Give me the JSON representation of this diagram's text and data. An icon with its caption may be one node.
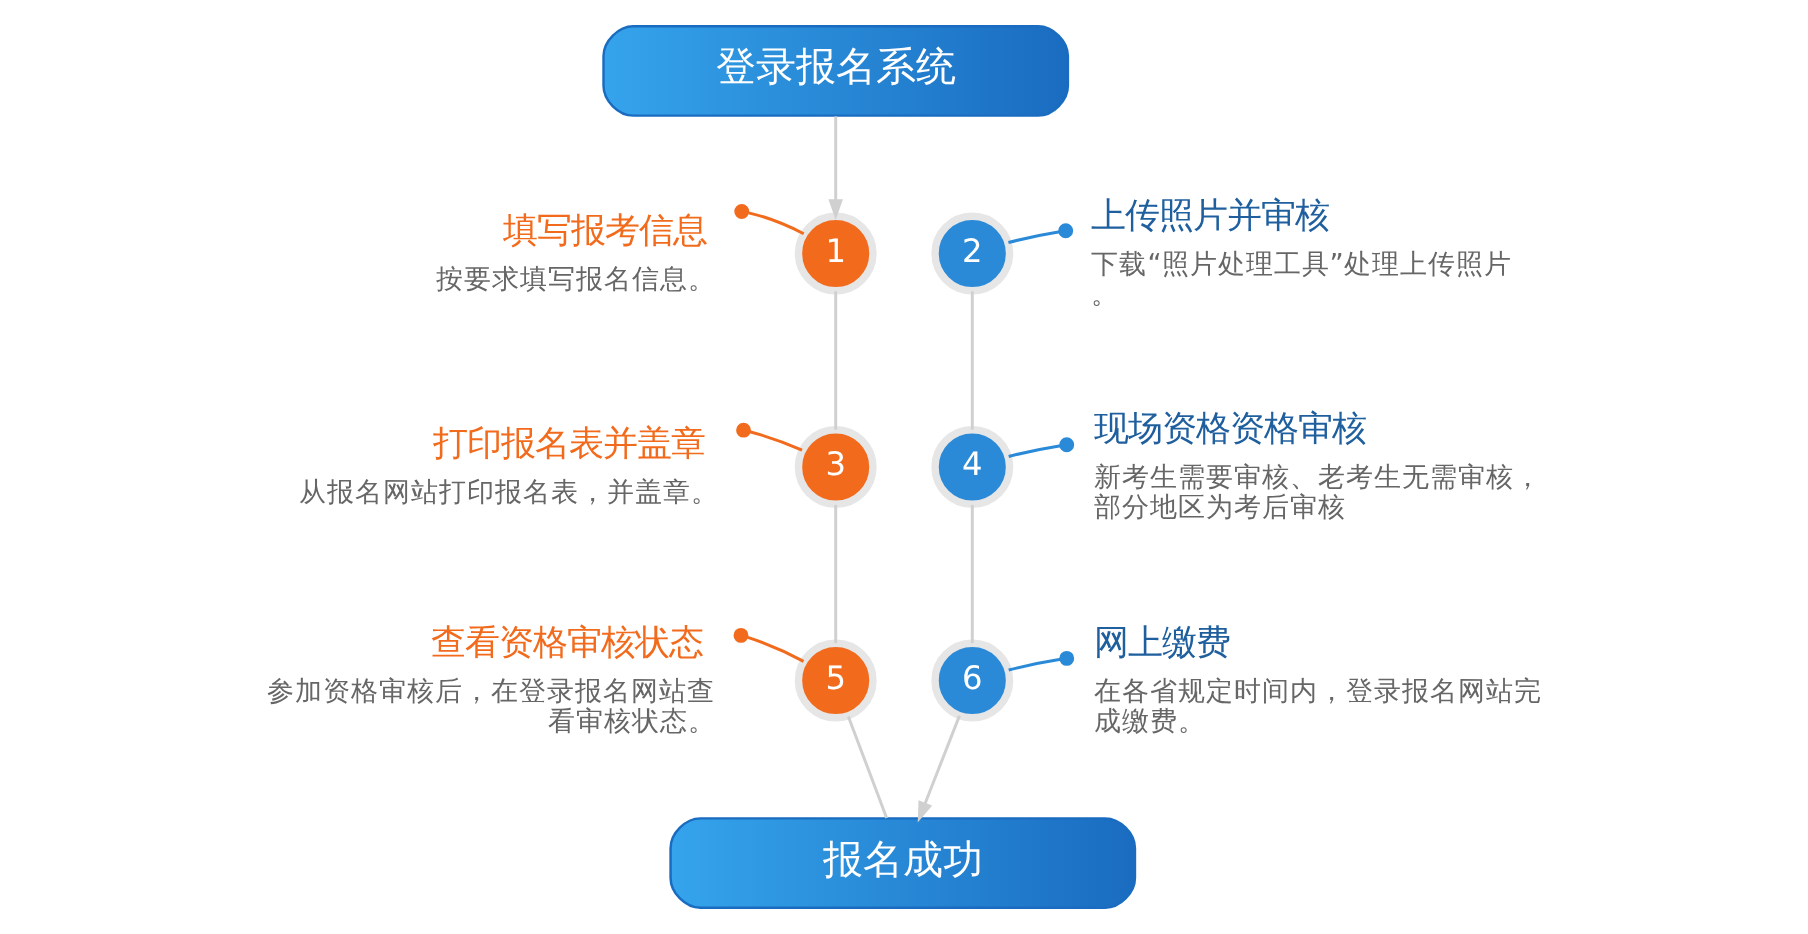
{
  "diagram": {
    "nodes": [
      {
        "text": [
          "登录报名系统"
        ]
      },
      {
        "text": [
          "填写报考信息",
          "按要求填写报名信息。"
        ]
      },
      {
        "text": [
          "1"
        ]
      },
      {
        "text": [
          "2"
        ]
      },
      {
        "text": [
          "上传照片并审核",
          "下载“照片处理工具”处理上传照片。"
        ]
      },
      {
        "text": [
          "打印报名表并盖章",
          "从报名网站打印报名表，并盖章。"
        ]
      },
      {
        "text": [
          "3"
        ]
      },
      {
        "text": [
          "4"
        ]
      },
      {
        "text": [
          "现场资格资格审核",
          "新考生需要审核、老考生无需审核，部分地区为考后审核"
        ]
      },
      {
        "text": [
          "查看资格审核状态",
          "参加资格审核后，在登录报名网站查看审核状态。"
        ]
      },
      {
        "text": [
          "5"
        ]
      },
      {
        "text": [
          "6"
        ]
      },
      {
        "text": [
          "网上缴费",
          "在各省规定时间内，登录报名网站完成缴费。"
        ]
      },
      {
        "text": [
          "报名成功"
        ]
      }
    ],
    "edges": [
      {
        "from": 0,
        "to": 2,
        "arrow": "to"
      },
      {
        "from": 2,
        "to": 1,
        "arrow": "other",
        "color": "#f26b1d"
      },
      {
        "from": 3,
        "to": 4,
        "arrow": "other",
        "color": "#2a8ad8"
      },
      {
        "from": 6,
        "to": 5,
        "arrow": "other",
        "color": "#f26b1d"
      },
      {
        "from": 7,
        "to": 8,
        "arrow": "other",
        "color": "#2a8ad8"
      },
      {
        "from": 10,
        "to": 9,
        "arrow": "other",
        "color": "#f26b1d"
      },
      {
        "from": 11,
        "to": 12,
        "arrow": "other",
        "color": "#2a8ad8"
      },
      {
        "from": 2,
        "to": 6,
        "arrow": "none"
      },
      {
        "from": 6,
        "to": 10,
        "arrow": "none"
      },
      {
        "from": 10,
        "to": 13,
        "arrow": "none"
      },
      {
        "from": 3,
        "to": 7,
        "arrow": "none"
      },
      {
        "from": 7,
        "to": 11,
        "arrow": "none"
      },
      {
        "from": 11,
        "to": 13,
        "arrow": "to"
      }
    ]
  }
}
